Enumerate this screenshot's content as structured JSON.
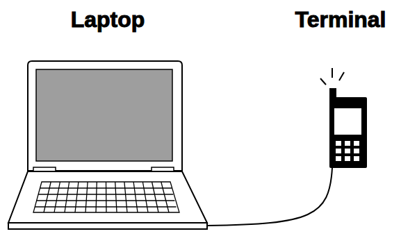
{
  "diagram": {
    "nodes": [
      {
        "text": [
          "Laptop"
        ]
      },
      {
        "text": [
          "Terminal"
        ]
      }
    ],
    "edges": [
      {
        "from": 0,
        "to": 1,
        "arrow": "none"
      }
    ]
  }
}
